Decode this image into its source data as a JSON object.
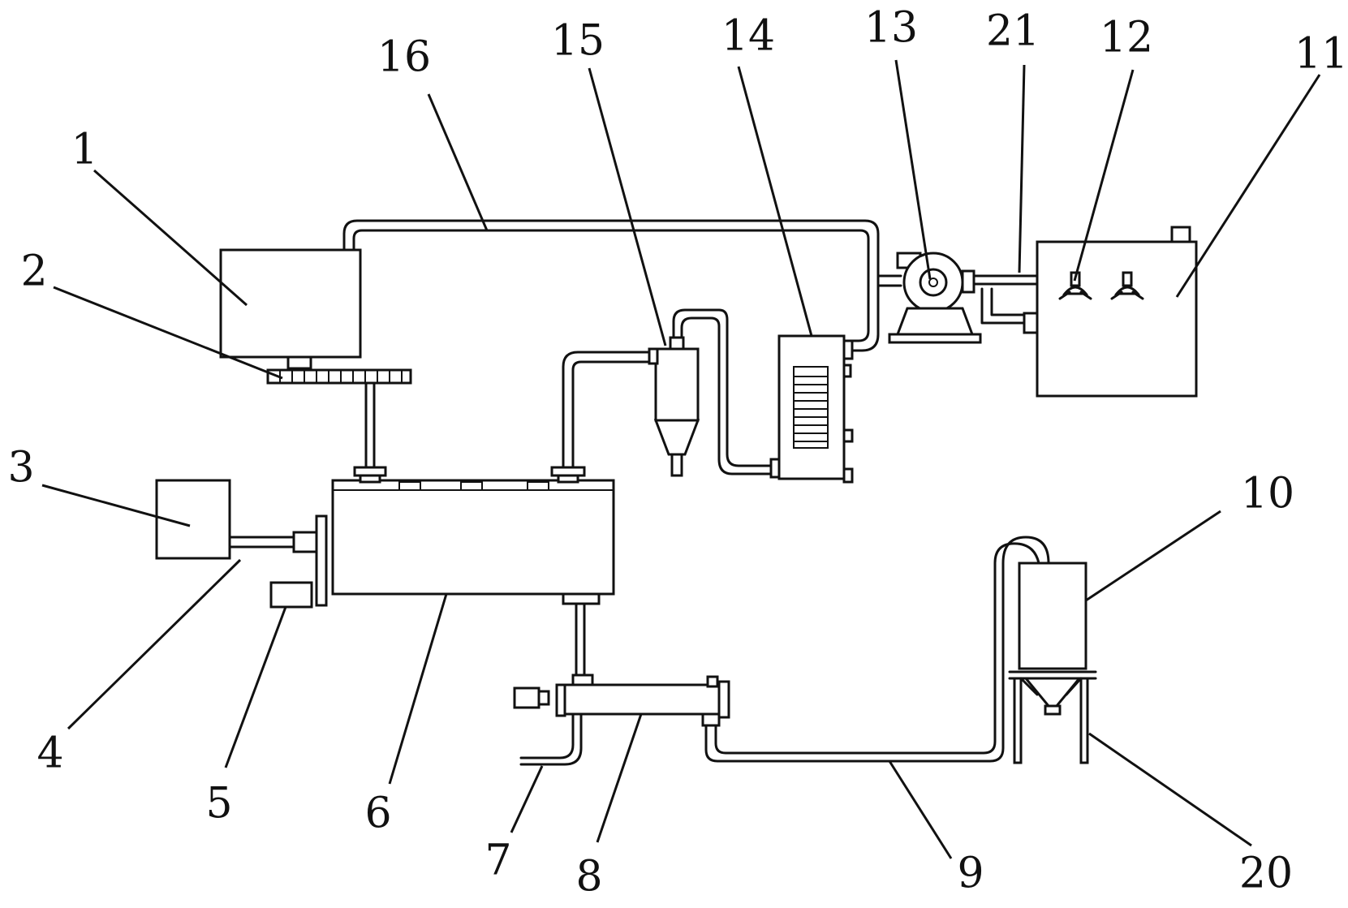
{
  "labels": {
    "l1": "1",
    "l2": "2",
    "l3": "3",
    "l4": "4",
    "l5": "5",
    "l6": "6",
    "l7": "7",
    "l8": "8",
    "l9": "9",
    "l10": "10",
    "l11": "11",
    "l12": "12",
    "l13": "13",
    "l14": "14",
    "l15": "15",
    "l16": "16",
    "l20": "20",
    "l21": "21"
  }
}
